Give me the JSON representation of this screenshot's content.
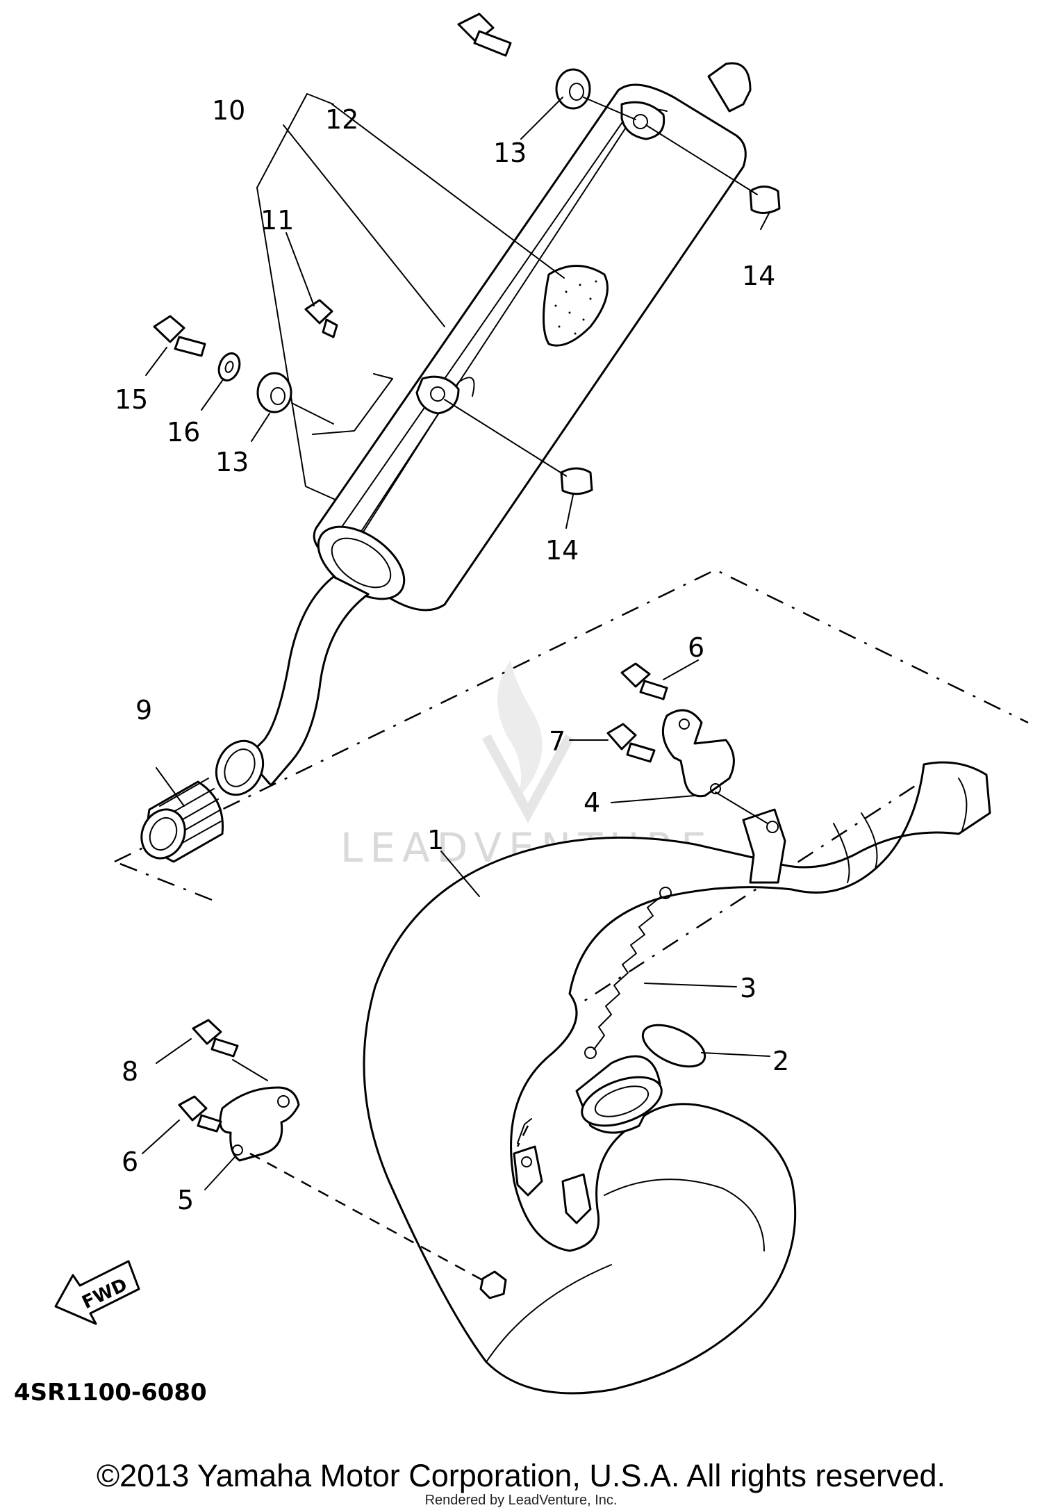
{
  "diagram_code": "4SR1100-6080",
  "watermark": "LEADVENTURE",
  "fwd_label": "FWD",
  "copyright": "©2013 Yamaha Motor Corporation, U.S.A. All rights reserved.",
  "rendered_by": "Rendered by LeadVenture, Inc.",
  "callouts": {
    "c1": "1",
    "c2": "2",
    "c3": "3",
    "c4": "4",
    "c5": "5",
    "c6a": "6",
    "c6b": "6",
    "c7": "7",
    "c8": "8",
    "c9": "9",
    "c10": "10",
    "c11": "11",
    "c12": "12",
    "c13a": "13",
    "c13b": "13",
    "c14a": "14",
    "c14b": "14",
    "c15": "15",
    "c16": "16"
  }
}
